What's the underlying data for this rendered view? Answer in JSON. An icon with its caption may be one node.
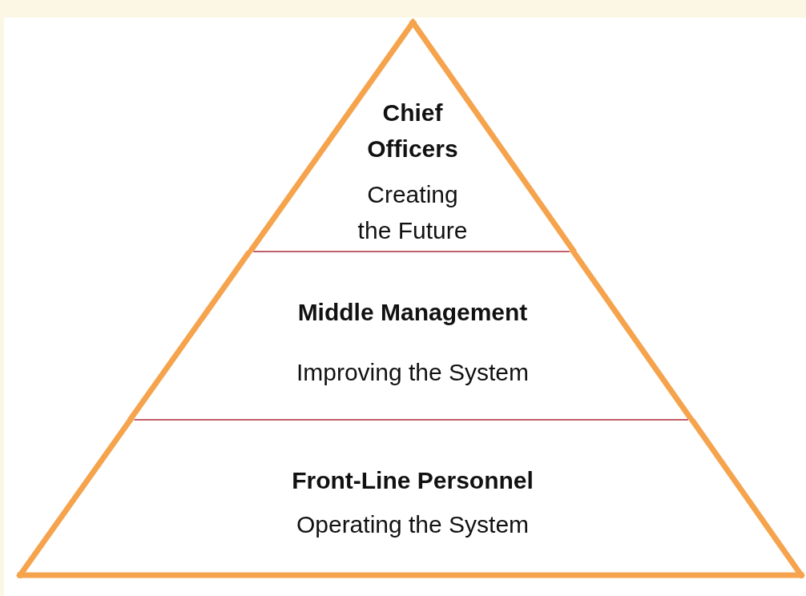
{
  "diagram": {
    "nodes": [
      {
        "text": [
          "Chief Officers",
          "Creating the Future"
        ]
      },
      {
        "text": [
          "Middle Management",
          "Improving the System"
        ]
      },
      {
        "text": [
          "Front-Line Personnel",
          "Operating the System"
        ]
      }
    ]
  }
}
